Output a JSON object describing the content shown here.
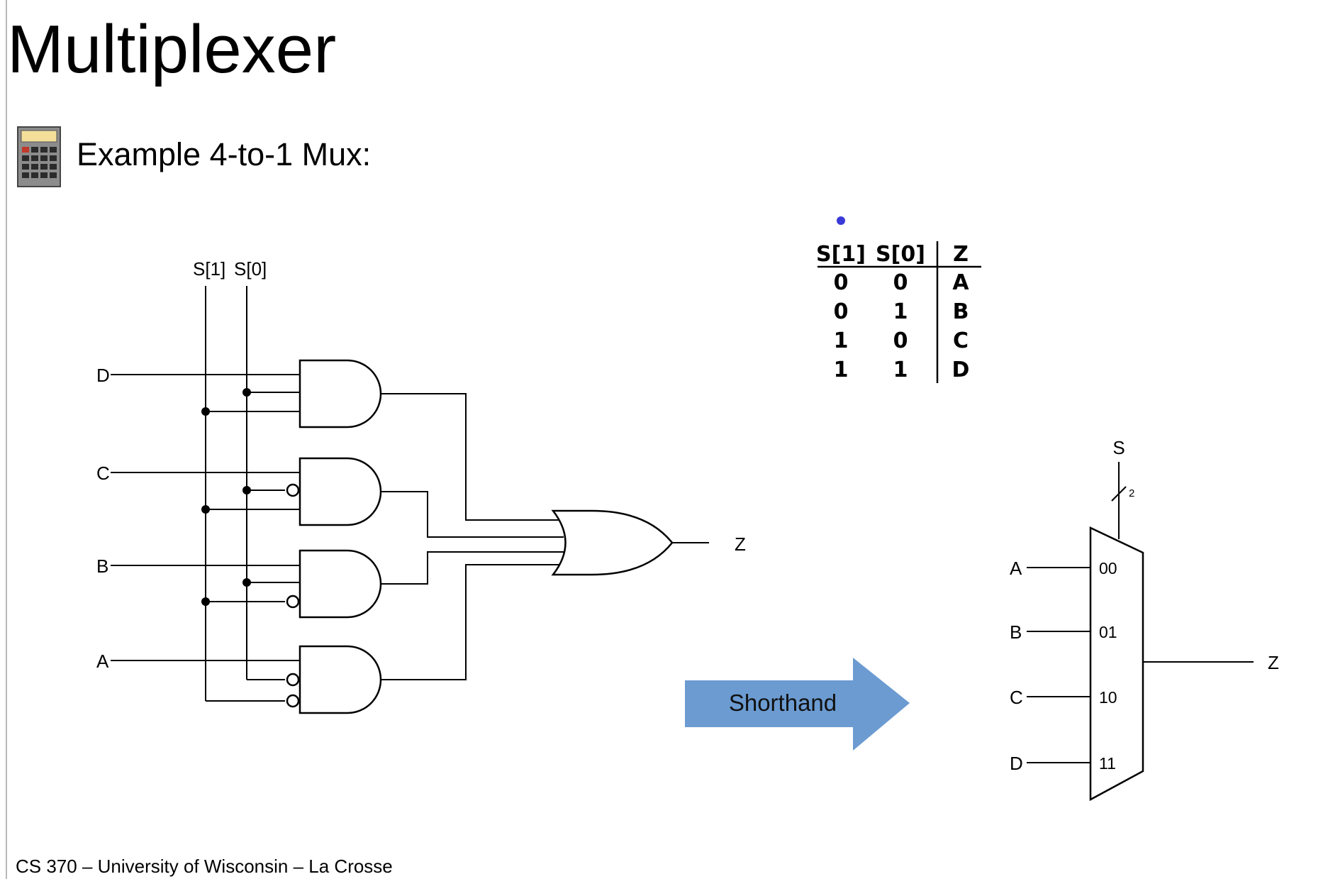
{
  "slide": {
    "title": "Multiplexer",
    "bullet_icon": "calculator-icon",
    "subtitle": "Example 4-to-1 Mux:",
    "footer": "CS 370 – University of Wisconsin – La Crosse"
  },
  "circuit": {
    "select_labels": [
      "S[1]",
      "S[0]"
    ],
    "inputs": [
      "D",
      "C",
      "B",
      "A"
    ],
    "output": "Z"
  },
  "truth_table": {
    "headers": [
      "S[1]",
      "S[0]",
      "Z"
    ],
    "rows": [
      [
        "0",
        "0",
        "A"
      ],
      [
        "0",
        "1",
        "B"
      ],
      [
        "1",
        "0",
        "C"
      ],
      [
        "1",
        "1",
        "D"
      ]
    ]
  },
  "arrow": {
    "label": "Shorthand",
    "color": "#6b9bd1"
  },
  "mux_symbol": {
    "select_label": "S",
    "bus_width": "2",
    "inputs": [
      {
        "name": "A",
        "code": "00"
      },
      {
        "name": "B",
        "code": "01"
      },
      {
        "name": "C",
        "code": "10"
      },
      {
        "name": "D",
        "code": "11"
      }
    ],
    "output": "Z"
  }
}
